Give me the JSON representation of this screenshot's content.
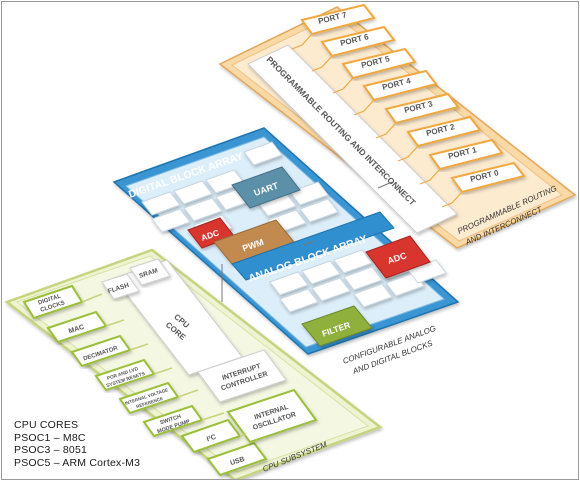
{
  "routing": {
    "title": "PROGRAMMABLE ROUTING AND INTERCONNECT",
    "caption_line1": "PROGRAMMABLE ROUTING",
    "caption_line2": "AND INTERCONNECT",
    "ports": [
      "PORT 7",
      "PORT 6",
      "PORT 5",
      "PORT 4",
      "PORT 3",
      "PORT 2",
      "PORT 1",
      "PORT 0"
    ]
  },
  "digital": {
    "title": "DIGITAL BLOCK ARRAY",
    "uart": "UART",
    "adc": "ADC",
    "pwm": "PWM"
  },
  "analog": {
    "title": "ANALOG BLOCK ARRAY",
    "adc": "ADC",
    "filter": "FILTER",
    "caption_line1": "CONFIGURABLE ANALOG",
    "caption_line2": "AND DIGITAL BLOCKS"
  },
  "cpu": {
    "flash": "FLASH",
    "sram": "SRAM",
    "core_line1": "CPU",
    "core_line2": "CORE",
    "digital_clocks_line1": "DIGITAL",
    "digital_clocks_line2": "CLOCKS",
    "mac": "MAC",
    "decimator": "DECIMATOR",
    "por_line1": "POR AND LVD",
    "por_line2": "SYSTEM RESETS",
    "ivref_line1": "INTERNAL VOLTAGE",
    "ivref_line2": "REFERENCE",
    "switch_line1": "SWITCH",
    "switch_line2": "MODE PUMP",
    "i2c": "I²C",
    "usb": "USB",
    "interrupt_line1": "INTERRUPT",
    "interrupt_line2": "CONTROLLER",
    "oscillator_line1": "INTERNAL",
    "oscillator_line2": "OSCILLATOR",
    "caption": "CPU SUBSYSTEM"
  },
  "cores": {
    "heading": "CPU CORES",
    "line1": "PSOC1 – M8C",
    "line2": "PSOC3 – 8051",
    "line3": "PSOC5 – ARM Cortex-M3"
  },
  "colors": {
    "routing_frame": "#f7c98a",
    "routing_inner": "#fde6c4",
    "blocks_frame": "#2f8fcf",
    "blocks_inner": "#d9ecf7",
    "cpu_frame": "#d6e29e",
    "cpu_inner": "#eef3d2",
    "uart": "#5b8fa8",
    "adc": "#d8342f",
    "pwm": "#c28a4f",
    "filter": "#8fb03c"
  }
}
